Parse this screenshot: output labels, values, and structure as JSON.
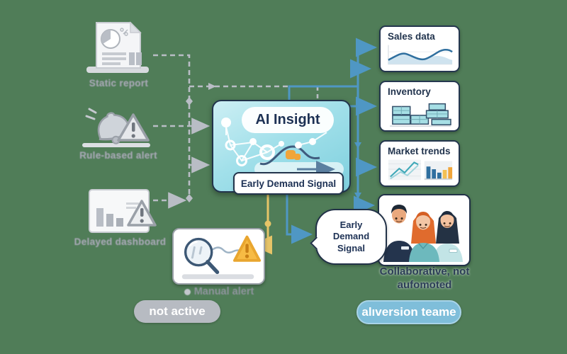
{
  "colors": {
    "background": "#507d58",
    "navy": "#22344c",
    "connector_gray": "#b9bdc5",
    "connector_blue": "#4f97c4",
    "connector_yellow": "#e6c468",
    "accent_orange": "#f0a53a",
    "box_teal": "#8fd7e3",
    "badge_gray": "#b7bbc2",
    "badge_blue": "#7fbeda"
  },
  "center": {
    "title": "AI Insight",
    "signal": "Early Demand Signal"
  },
  "left_inputs": [
    {
      "label": "Static report",
      "icon": "report-document-icon"
    },
    {
      "label": "Rule-based alert",
      "icon": "alert-bell-warning-icon"
    },
    {
      "label": "Delayed dashboard",
      "icon": "dashboard-bars-warning-icon"
    }
  ],
  "manual_alert": {
    "label": "Manual alert",
    "icon": "magnifier-warning-icon"
  },
  "right_cards": [
    {
      "title": "Sales data",
      "icon": "area-line-chart"
    },
    {
      "title": "Inventory",
      "icon": "stacked-crates"
    },
    {
      "title": "Market trends",
      "icon": "line-and-bar-chart"
    }
  ],
  "bubble": {
    "text": "Early Demand Signal"
  },
  "people": {
    "caption": "Collaborative, not aufomoted"
  },
  "badges": {
    "not_active": "not active",
    "team": "alıversion teame"
  }
}
